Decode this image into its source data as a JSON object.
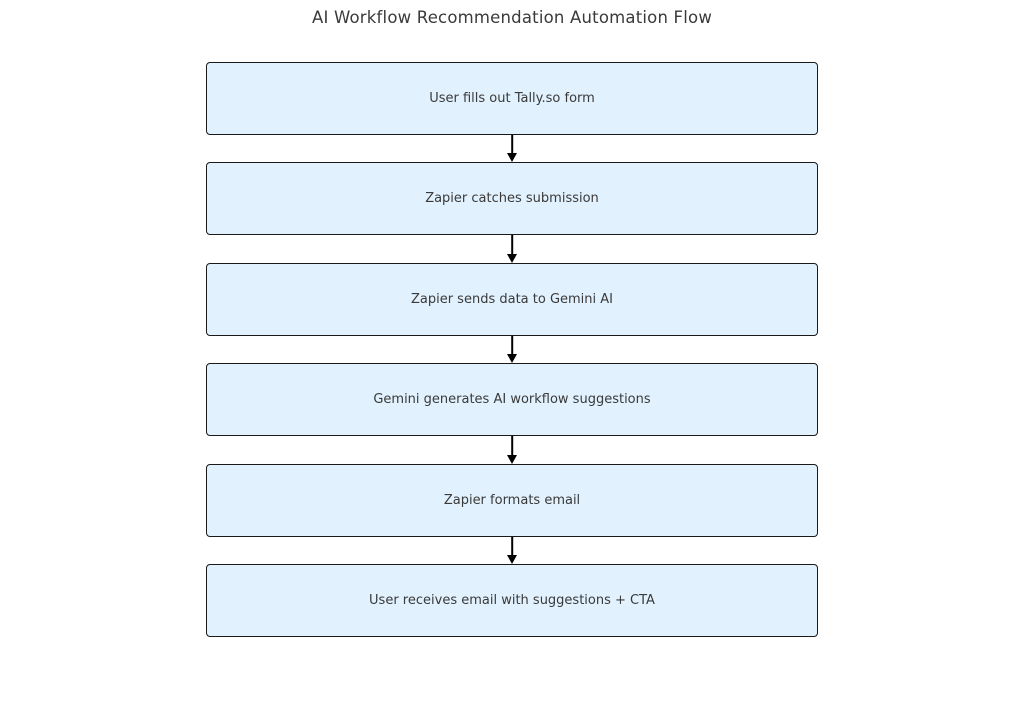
{
  "title": "AI Workflow Recommendation Automation Flow",
  "flow": {
    "steps": [
      {
        "label": "User fills out Tally.so form"
      },
      {
        "label": "Zapier catches submission"
      },
      {
        "label": "Zapier sends data to Gemini AI"
      },
      {
        "label": "Gemini generates AI workflow suggestions"
      },
      {
        "label": "Zapier formats email"
      },
      {
        "label": "User receives email with suggestions + CTA"
      }
    ],
    "connector_count": 5
  },
  "colors": {
    "background": "#ffffff",
    "node_fill": "#e1f1fd",
    "node_border": "#1a1a1a",
    "arrow": "#000000",
    "text": "#3a3a3a"
  }
}
